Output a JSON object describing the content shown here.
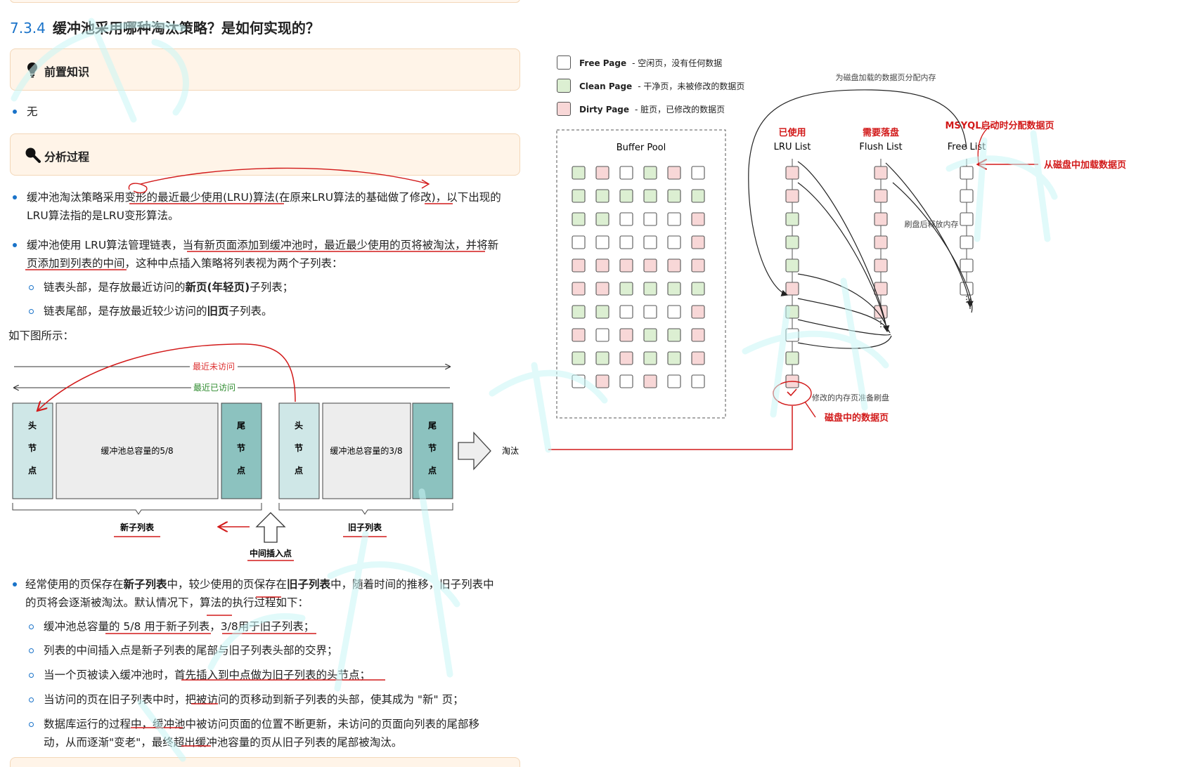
{
  "section": {
    "number": "7.3.4",
    "title": "缓冲池采用哪种淘汰策略？是如何实现的？"
  },
  "prereq": {
    "label": "前置知识",
    "item": "无"
  },
  "analysis": {
    "label": "分析过程"
  },
  "p1": {
    "a": "缓冲池淘汰策略采用变形的最近最少使用(LRU)算法(在原来LRU算法的基础做了修改)，以下出现的",
    "b": "LRU算法指的是LRU变形算法。"
  },
  "p2": {
    "a": "缓冲池使用 LRU算法管理链表，当有新页面添加到缓冲池时，最近最少使用的页将被淘汰，并将新",
    "b": "页添加到列表的中间，这种中点插入策略将列表视为两个子列表："
  },
  "sub1": {
    "pre": "链表头部，是存放最近访问的",
    "bold": "新页(年轻页)",
    "post": "子列表；"
  },
  "sub2": {
    "pre": "链表尾部，是存放最近较少访问的",
    "bold": "旧页",
    "post": "子列表。"
  },
  "as_shown": "如下图所示：",
  "diagram1": {
    "recent_visit": "最近未访问",
    "recent_accessed": "最近已访问",
    "head": [
      "头",
      "节",
      "点"
    ],
    "tail": [
      "尾",
      "节",
      "点"
    ],
    "new_capacity": "缓冲池总容量的5/8",
    "old_capacity": "缓冲池总容量的3/8",
    "evict": "淘汰",
    "new_list": "新子列表",
    "old_list": "旧子列表",
    "mid_insert": "中间插入点"
  },
  "p3": {
    "a1": "经常使用的页保存在",
    "a2": "新子列表",
    "a3": "中，较少使用的页保存在",
    "a4": "旧子列表",
    "a5": "中，随着时间的推移，旧子列表中",
    "b": "的页将会逐渐被淘汰。默认情况下，算法的执行过程如下："
  },
  "steps": [
    "缓冲池总容量的 5/8 用于新子列表，3/8用于旧子列表；",
    "列表的中间插入点是新子列表的尾部与旧子列表头部的交界；",
    "当一个页被读入缓冲池时，首先插入到中点做为旧子列表的头节点；",
    "当访问的页在旧子列表中时，把被访问的页移动到新子列表的头部，使其成为 \"新\" 页；",
    "数据库运行的过程中，缓冲池中被访问页面的位置不断更新，未访问的页面向列表的尾部移",
    "动，从而逐渐\"变老\"，最终超出缓冲池容量的页从旧子列表的尾部被淘汰。"
  ],
  "legend": [
    {
      "name": "Free Page",
      "desc": "- 空闲页，没有任何数据",
      "color": "#ffffff"
    },
    {
      "name": "Clean Page",
      "desc": "- 干净页，未被修改的数据页",
      "color": "#dcefd2"
    },
    {
      "name": "Dirty Page",
      "desc": "- 脏页，已修改的数据页",
      "color": "#f8d7d7"
    }
  ],
  "diagram2": {
    "buffer_pool": "Buffer Pool",
    "lru_list": "LRU List",
    "flush_list": "Flush List",
    "free_list": "Free List",
    "used": "已使用",
    "need_flush": "需要落盘",
    "mysql_alloc": "MSYQL启动时分配数据页",
    "load_from_disk": "从磁盘中加载数据页",
    "alloc_mem": "为磁盘加载的数据页分配内存",
    "release_after_flush": "刷盘后释放内存",
    "modified_ready": "修改的内存页准备刷盘",
    "disk_page": "磁盘中的数据页",
    "grid": [
      "CDFCDF",
      "CCCCCC",
      "CCFFFD",
      "FFFFFD",
      "DDDDDD",
      "DDCCCC",
      "CCFFFD",
      "DFDCCD",
      "CCDCCD",
      "FDFDFF"
    ],
    "lru": "DDCCCDCFCD",
    "flush": "DDDDDDD",
    "free": "FFFFFF"
  },
  "colors": {
    "free": "#ffffff",
    "clean": "#dcefd2",
    "dirty": "#f8d7d7",
    "teal": "#cfe7e7",
    "tealDark": "#8cc2bf",
    "red": "#d21a1a",
    "accent": "#1a73c9"
  }
}
